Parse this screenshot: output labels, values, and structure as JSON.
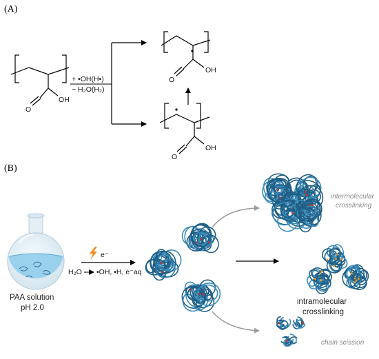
{
  "panel_a": {
    "label": "(A)",
    "conditions_top": "+ •OH(H•)",
    "conditions_bottom": "− H₂O(H₂)",
    "carboxyl": "OH",
    "carbonyl_o": "O"
  },
  "panel_b": {
    "label": "(B)",
    "flask_label_1": "PAA solution",
    "flask_label_2": "pH 2.0",
    "electron": "e⁻",
    "water": "H₂O",
    "radicals": "•OH, •H, e⁻aq",
    "intermolecular_1": "intermolecular",
    "intermolecular_2": "crosslinking",
    "intramolecular_1": "intramolecular",
    "intramolecular_2": "crosslinking",
    "scission": "chain scission"
  },
  "colors": {
    "polymer": "#1f5f86",
    "polymer_light": "#3a8cbb",
    "water": "#7ec3e6",
    "flask": "#c7dbe8",
    "bolt": "#f08a1c",
    "crosslink": "#c0392b",
    "gray_arrow": "#9a9a9a"
  }
}
